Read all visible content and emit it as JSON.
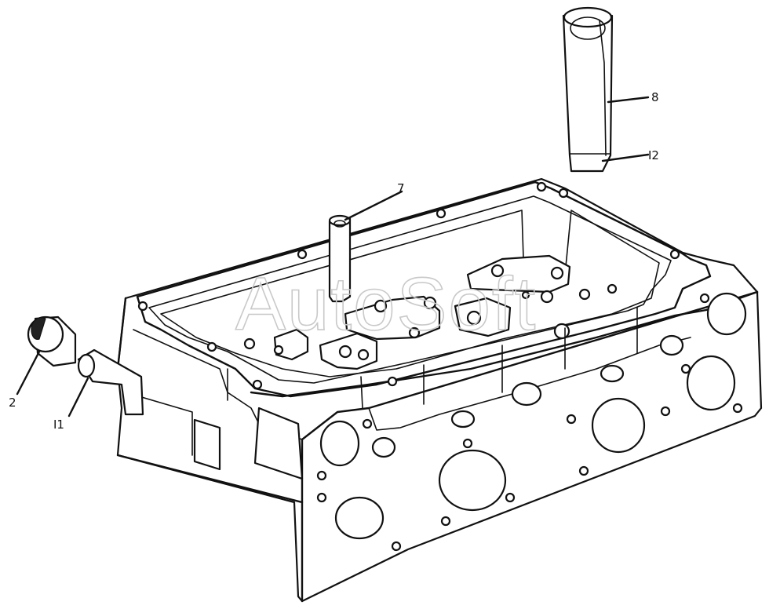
{
  "watermark": "AutoSoft",
  "callouts": [
    {
      "id": "c2",
      "text": "2"
    },
    {
      "id": "c11",
      "text": "I1"
    },
    {
      "id": "c7",
      "text": "7"
    },
    {
      "id": "c8",
      "text": "8"
    },
    {
      "id": "c12",
      "text": "I2"
    }
  ]
}
